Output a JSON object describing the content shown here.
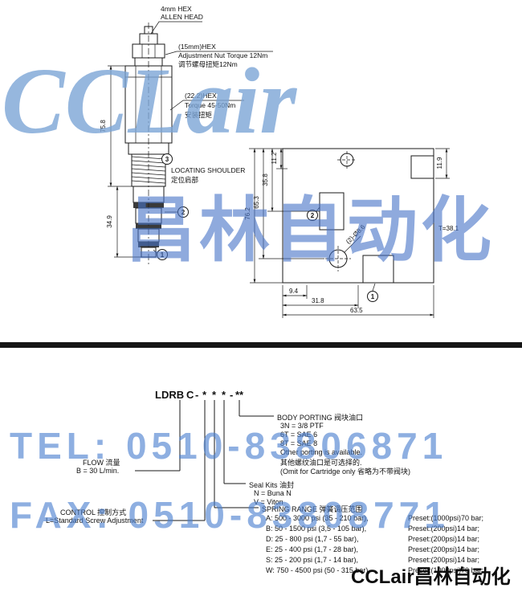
{
  "watermarks": {
    "logo": "CCLair",
    "brand_cn": "昌林自动化",
    "tel": "TEL: 0510-83806871",
    "fax": "FAX: 0510-83808771",
    "footer": "CCLair昌林自动化"
  },
  "colors": {
    "watermark_blue": "#4a7fd0",
    "line": "#1a1a1a"
  },
  "drawing": {
    "callouts": {
      "allen1": "4mm HEX",
      "allen2": "ALLEN HEAD",
      "nut1": "(15mm)HEX",
      "nut2": "Adjustment Nut Torque 12Nm",
      "nut3": "调节螺母扭矩12Nm",
      "hex1": "(22.2)HEX",
      "hex2": "Torque 45-50Nm",
      "hex3": "安装扭矩",
      "shoulder1": "LOCATING SHOULDER",
      "shoulder2": "定位肩部"
    },
    "balloons": {
      "one": "1",
      "two": "2",
      "three": "3"
    },
    "dims": {
      "cart_len": "75.8",
      "cart_nose": "34.9",
      "m11_2": "11.2",
      "m35_8": "35.8",
      "m65_3": "65.3",
      "m76_2": "76.2",
      "m11_9": "11.9",
      "depth": "T=38.1",
      "holes": "(2)-Ø8.6",
      "m9_4": "9.4",
      "m31_8": "31.8",
      "m63_5": "63.5"
    }
  },
  "ordering": {
    "code": {
      "series": "LDRB",
      "body": "C",
      "dash": "-",
      "star": "*",
      "stars": "**"
    },
    "body_porting": {
      "title": "BODY PORTING 阀块油口",
      "opt1": "3N = 3/8 PTF",
      "opt2": "6T = SAE 6",
      "opt3": "8T = SAE 8",
      "note1": "Other porting is available.",
      "note2": "其他螺纹油口是可选择的.",
      "note3": "(Omit for Cartridge only 省略为不带阀块)"
    },
    "seal_kits": {
      "title": "Seal Kits 油封",
      "opt1": "N = Buna N",
      "opt2": "V = Viton"
    },
    "spring_range": {
      "title": "SPRING RANGE 弹簧调压范围",
      "rows": [
        {
          "range": "A: 500 - 3000 psi (35 - 210 bar),",
          "preset": "Preset:(1000psi)70 bar;"
        },
        {
          "range": "B: 50 - 1500 psi (3,5 - 105 bar),",
          "preset": "Preset:(200psi)14 bar;"
        },
        {
          "range": "D: 25 - 800 psi (1,7 - 55 bar),",
          "preset": "Preset:(200psi)14 bar;"
        },
        {
          "range": "E: 25 - 400 psi (1,7 - 28 bar),",
          "preset": "Preset:(200psi)14 bar;"
        },
        {
          "range": "S: 25 - 200 psi (1,7 - 14 bar),",
          "preset": "Preset:(200psi)14 bar;"
        },
        {
          "range": "W: 750 - 4500 psi (50 - 315 bar),",
          "preset": "Preset:(1000psi)70 bar;"
        }
      ]
    },
    "flow": {
      "title": "FLOW 流量",
      "value": "B = 30 L/min."
    },
    "control": {
      "title": "CONTROL 控制方式",
      "value": "L=Standard Screw Adjustment"
    }
  }
}
